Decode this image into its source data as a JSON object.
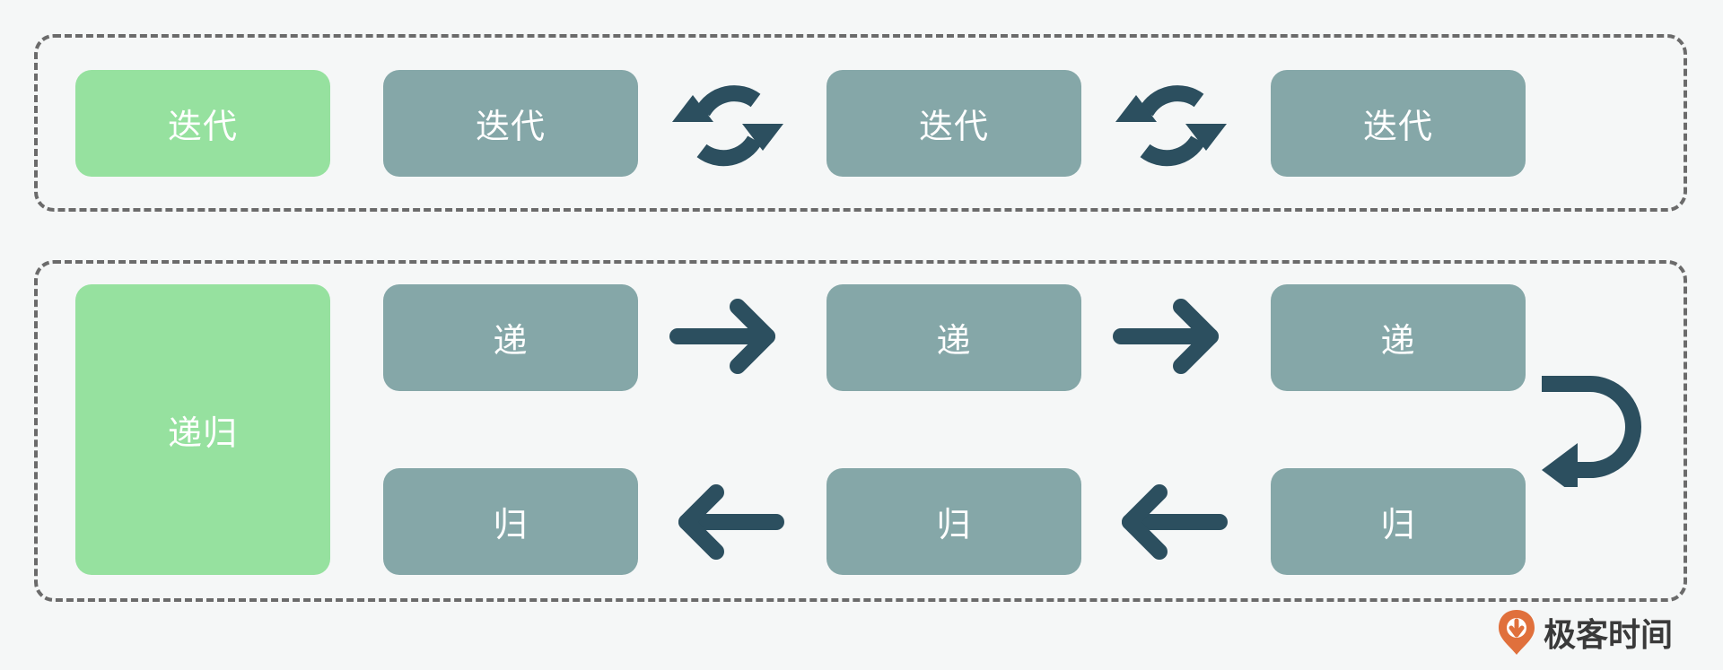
{
  "iteration": {
    "label": "迭代",
    "steps": [
      "迭代",
      "迭代",
      "迭代"
    ]
  },
  "recursion": {
    "label": "递归",
    "descend": [
      "递",
      "递",
      "递"
    ],
    "return": [
      "归",
      "归",
      "归"
    ]
  },
  "brand": {
    "name": "极客时间",
    "logo_color": "#e0703c"
  },
  "colors": {
    "primary_box": "#96e19f",
    "step_box": "#85a7a8",
    "arrow": "#2c4f5f",
    "border": "#6b6b6b"
  }
}
